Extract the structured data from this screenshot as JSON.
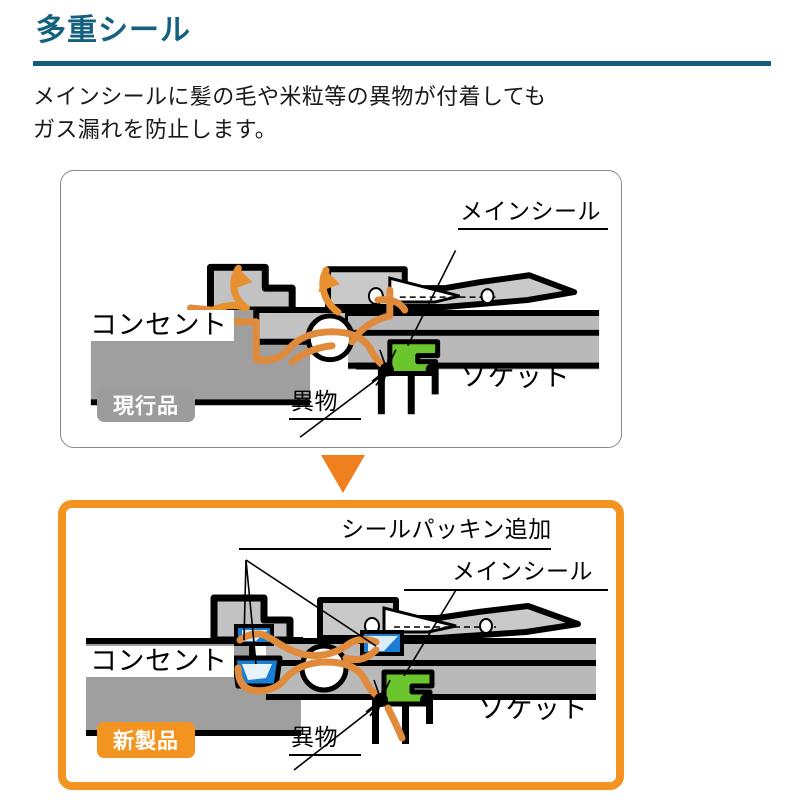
{
  "header": {
    "title": "多重シール",
    "accent_color": "#14607f",
    "rule_color": "#115d7c",
    "body_text": "メインシールに髪の毛や米粒等の異物が付着しても\nガス漏れを防止します。"
  },
  "flow_arrow": {
    "icon": "triangle-down-icon",
    "color": "#f0801e"
  },
  "panels": [
    {
      "id": "current",
      "badge": "現行品",
      "badge_color": "#9c9c9c",
      "border_color": "#8a8a8a",
      "labels": {
        "main_seal": "メインシール",
        "outlet": "コンセント",
        "socket": "ソケット",
        "debris": "異物"
      },
      "annotations": {
        "gas_leak_arrows": 3,
        "gas_path_color": "#e08a3c",
        "main_seal_color": "#6ac62c",
        "metal_color": "#b3b3b3"
      }
    },
    {
      "id": "new",
      "badge": "新製品",
      "badge_color": "#f2941f",
      "border_color": "#f2941f",
      "labels": {
        "packing_added": "シールパッキン追加",
        "main_seal": "メインシール",
        "outlet": "コンセント",
        "socket": "ソケット",
        "debris": "異物"
      },
      "annotations": {
        "gas_leak_arrows": 0,
        "gas_path_color": "#e08a3c",
        "main_seal_color": "#6ac62c",
        "packing_color": "#1a7fd4",
        "packing_count": 3,
        "metal_color": "#b3b3b3"
      }
    }
  ]
}
